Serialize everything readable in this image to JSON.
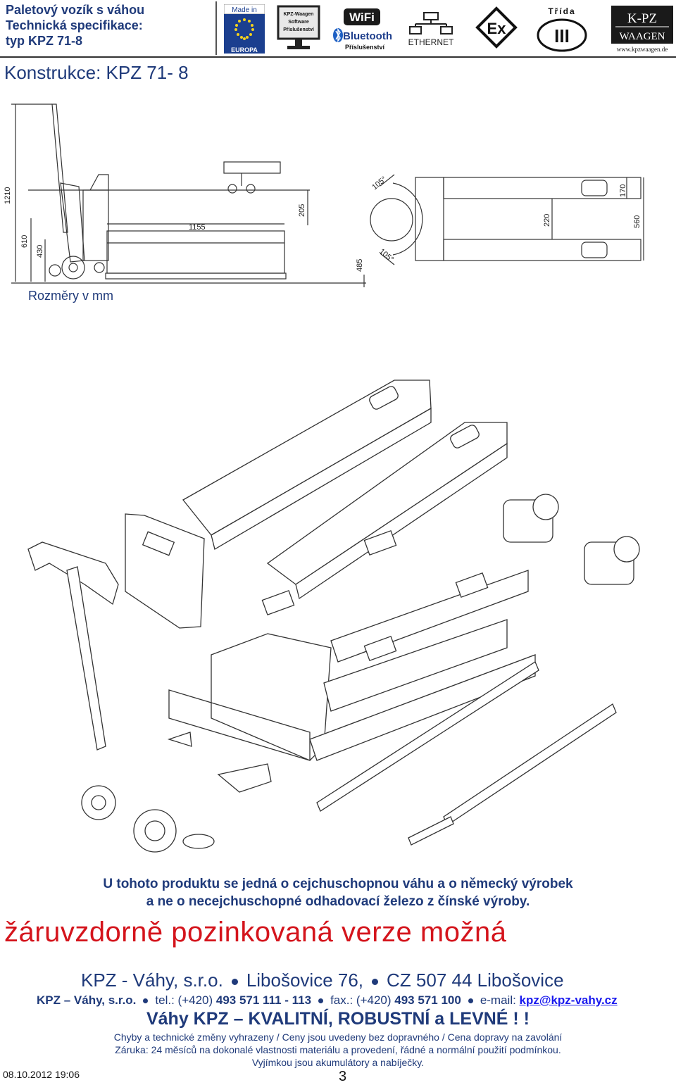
{
  "header": {
    "title_line1": "Paletový vozík s váhou",
    "title_line2": "Technická specifikace:",
    "title_line3": "typ KPZ 71-8",
    "logos": {
      "eu_top": "Made in",
      "eu_bottom": "EUROPA",
      "software_line1": "KPZ-Waagen",
      "software_line2": "Software",
      "software_line3": "Příslušenství",
      "wifi": "WiFi",
      "bluetooth": "Bluetooth",
      "bluetooth_sub": "Příslušenství",
      "ethernet": "ETHERNET",
      "ex": "Ex",
      "class_label": "Třída",
      "class_value": "III",
      "brand_line1": "K-PZ",
      "brand_line2": "WAAGEN",
      "brand_url": "www.kpzwaagen.de"
    }
  },
  "construction_title": "Konstrukce:  KPZ 71- 8",
  "drawing": {
    "dims": [
      "1210",
      "610",
      "430",
      "1155",
      "205",
      "485",
      "105°",
      "105°",
      "220",
      "170",
      "560"
    ],
    "caption": "Rozměry v mm"
  },
  "intro": {
    "line1": "U tohoto produktu  se jedná o cejchuschopnou váhu a o německý výrobek",
    "line2": "a ne o necejchuschopné  odhadovací železo z čínské výroby."
  },
  "galvanized": "žáruvzdorně pozinkovaná verze možná",
  "address": {
    "company": "KPZ - Váhy, s.r.o.",
    "street": "Libošovice 76,",
    "city": "CZ 507 44 Libošovice"
  },
  "contact": {
    "company": "KPZ – Váhy, s.r.o.",
    "tel_label": "tel.: (+420) ",
    "tel": "493 571 111 - 113",
    "fax_label": "fax.: (+420) ",
    "fax": "493 571 100",
    "email_label": "e-mail: ",
    "email": "kpz@kpz-vahy.cz"
  },
  "slogan": "Váhy KPZ – KVALITNÍ, ROBUSTNÍ a LEVNÉ ! !",
  "notes": {
    "line1": "Chyby a technické změny vyhrazeny / Ceny jsou uvedeny bez dopravného / Cena dopravy na zavolání",
    "line2": "Záruka: 24 měsíců na dokonalé vlastnosti materiálu a provedení, řádné a normální použití podmínkou.",
    "line3": "Vyjímkou jsou akumulátory a nabíječky."
  },
  "footer": {
    "date": "08.10.2012 19:06",
    "page": "3"
  },
  "colors": {
    "navy": "#1f3a7a",
    "red": "#d4141c",
    "link": "#1a1aee",
    "eu_blue": "#1b3f8f",
    "eu_star": "#f4d21d"
  }
}
